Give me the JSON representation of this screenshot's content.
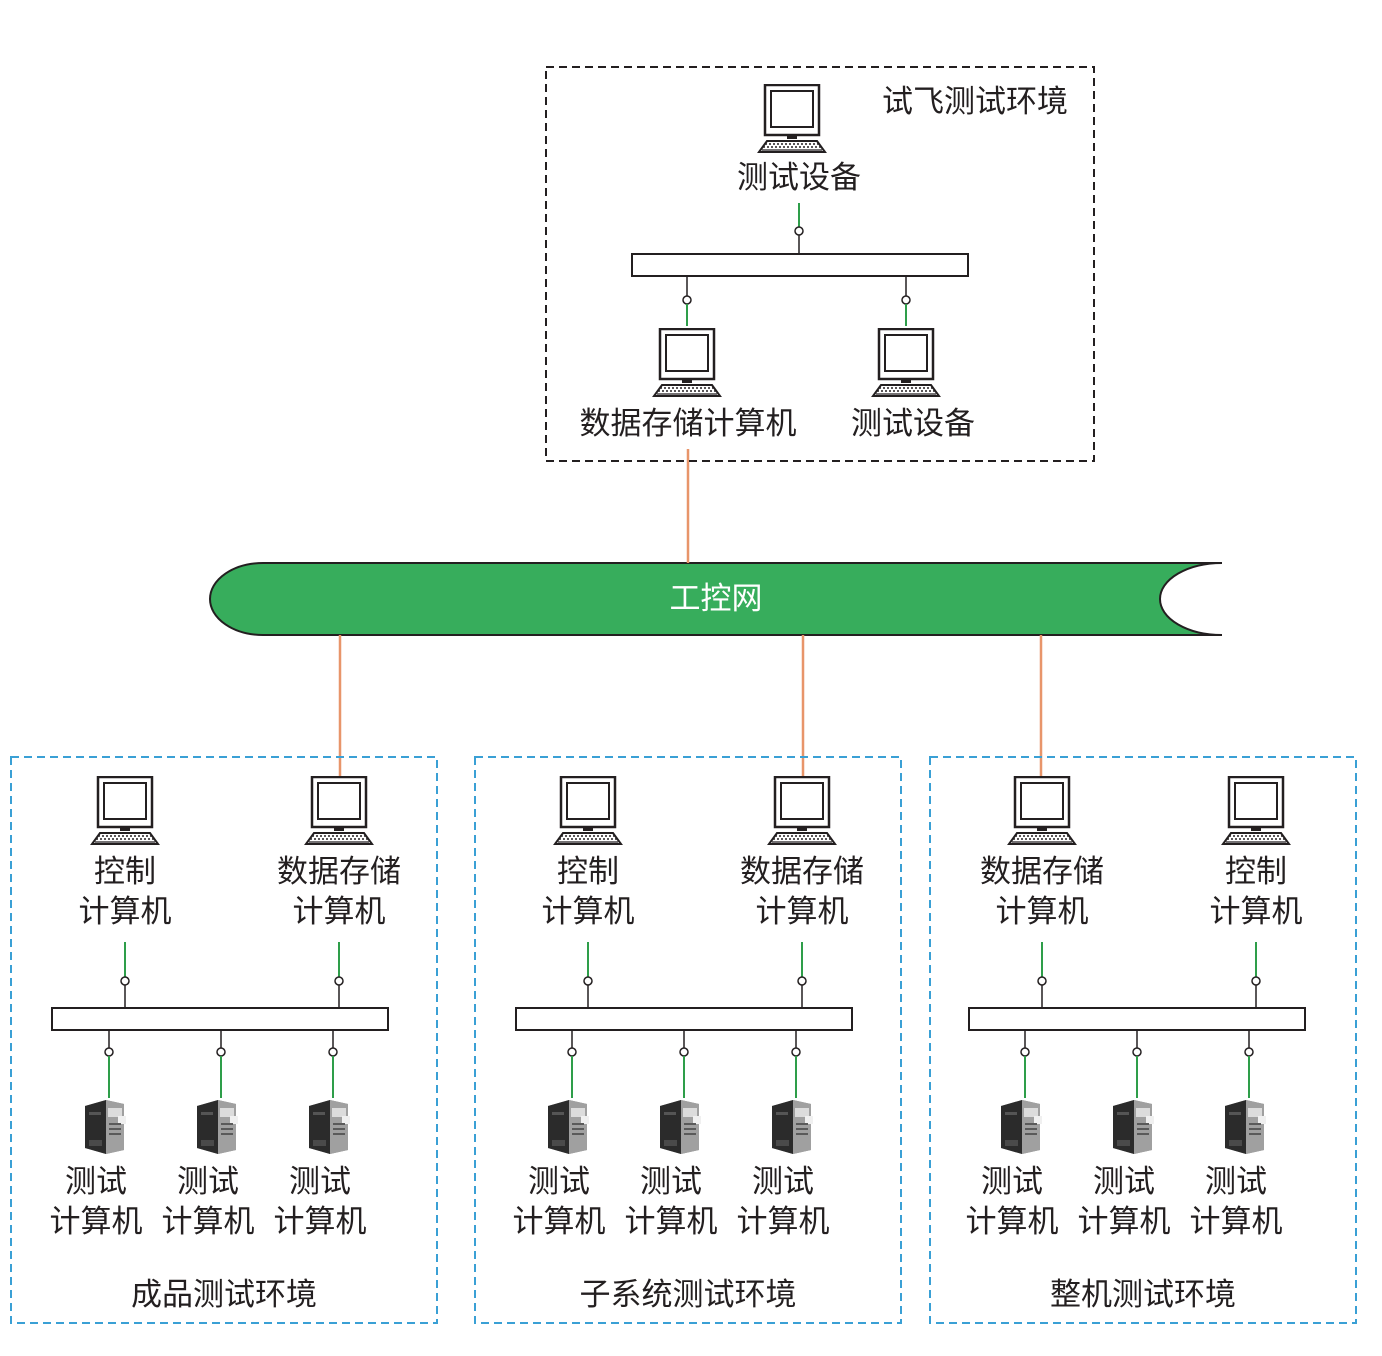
{
  "colors": {
    "network": "#37ad5c",
    "uplink": "#e8956a",
    "node_link": "#2e9e4a",
    "top_border": "#231f20",
    "env_border": "#3aa0d5",
    "text": "#231f20"
  },
  "network": {
    "label": "工控网"
  },
  "top_env": {
    "title": "试飞测试环境",
    "test_device_top": "测试设备",
    "data_storage": "数据存储计算机",
    "test_device_right": "测试设备"
  },
  "environments": [
    {
      "title": "成品测试环境",
      "pcs": [
        {
          "line1": "控制",
          "line2": "计算机"
        },
        {
          "line1": "数据存储",
          "line2": "计算机"
        }
      ],
      "servers": [
        {
          "line1": "测试",
          "line2": "计算机"
        },
        {
          "line1": "测试",
          "line2": "计算机"
        },
        {
          "line1": "测试",
          "line2": "计算机"
        }
      ]
    },
    {
      "title": "子系统测试环境",
      "pcs": [
        {
          "line1": "控制",
          "line2": "计算机"
        },
        {
          "line1": "数据存储",
          "line2": "计算机"
        }
      ],
      "servers": [
        {
          "line1": "测试",
          "line2": "计算机"
        },
        {
          "line1": "测试",
          "line2": "计算机"
        },
        {
          "line1": "测试",
          "line2": "计算机"
        }
      ]
    },
    {
      "title": "整机测试环境",
      "pcs": [
        {
          "line1": "数据存储",
          "line2": "计算机"
        },
        {
          "line1": "控制",
          "line2": "计算机"
        }
      ],
      "servers": [
        {
          "line1": "测试",
          "line2": "计算机"
        },
        {
          "line1": "测试",
          "line2": "计算机"
        },
        {
          "line1": "测试",
          "line2": "计算机"
        }
      ]
    }
  ]
}
